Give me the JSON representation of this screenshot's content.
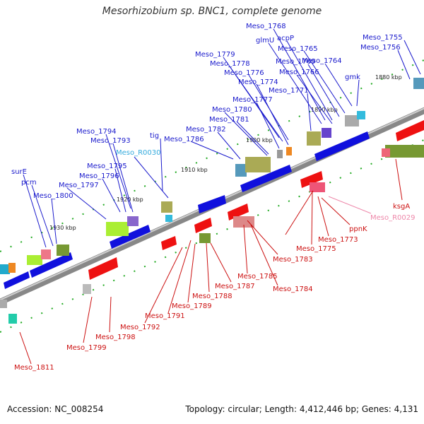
{
  "title": "Mesorhizobium sp. BNC1, complete genome",
  "footer": {
    "accession": "Accession: NC_008254",
    "topology": "Topology: circular; Length: 4,412,446 bp; Genes: 4,131"
  },
  "colors": {
    "forward_label": "#1a1acc",
    "reverse_label": "#cc1111",
    "trna_label": "#33aadd",
    "rna_label_pink": "#ee88aa",
    "forward_gene": "#1010dd",
    "reverse_gene": "#ee1111",
    "backbone": "#888888"
  },
  "kbp_marks": [
    "1880 kbp",
    "1890 kbp",
    "1900 kbp",
    "1910 kbp",
    "1920 kbp",
    "1930 kbp"
  ],
  "forward_labels": [
    "Meso_1768",
    "acpP",
    "glmU",
    "Meso_1765",
    "Meso_1755",
    "Meso_1756",
    "Meso_1779",
    "Meso_1778",
    "Meso_1769",
    "Meso_1764",
    "Meso_1776",
    "Meso_1766",
    "gmk",
    "Meso_1774",
    "Meso_1771",
    "Meso_1777",
    "Meso_1780",
    "Meso_1781",
    "Meso_1782",
    "Meso_1794",
    "Meso_1793",
    "tig",
    "Meso_1786",
    "Meso_R0030",
    "Meso_1795",
    "surE",
    "Meso_1796",
    "pcm",
    "Meso_1797",
    "Meso_1800"
  ],
  "reverse_labels": [
    "ksgA",
    "Meso_R0029",
    "ppnK",
    "Meso_1773",
    "Meso_1775",
    "Meso_1783",
    "Meso_1784",
    "Meso_1785",
    "Meso_1787",
    "Meso_1788",
    "Meso_1789",
    "Meso_1791",
    "Meso_1792",
    "Meso_1798",
    "Meso_1799",
    "Meso_1811"
  ]
}
